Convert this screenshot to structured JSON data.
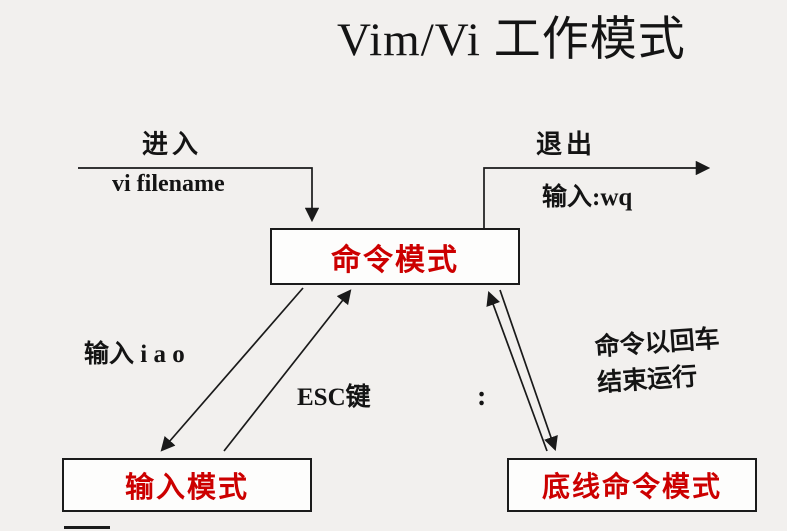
{
  "title": "Vim/Vi 工作模式",
  "colors": {
    "background": "#f2f0ee",
    "line": "#1a1a1a",
    "node_text": "#cc0000"
  },
  "nodes": {
    "command": {
      "label": "命令模式"
    },
    "input": {
      "label": "输入模式"
    },
    "lastline": {
      "label": "底线命令模式"
    }
  },
  "labels": {
    "enter": "进入",
    "enter_cmd": "vi filename",
    "exit": "退出",
    "exit_cmd": "输入:wq",
    "to_input": "输入 i a o",
    "esc": "ESC键",
    "colon": ":",
    "note1": "命令以回车",
    "note2": "结束运行"
  }
}
